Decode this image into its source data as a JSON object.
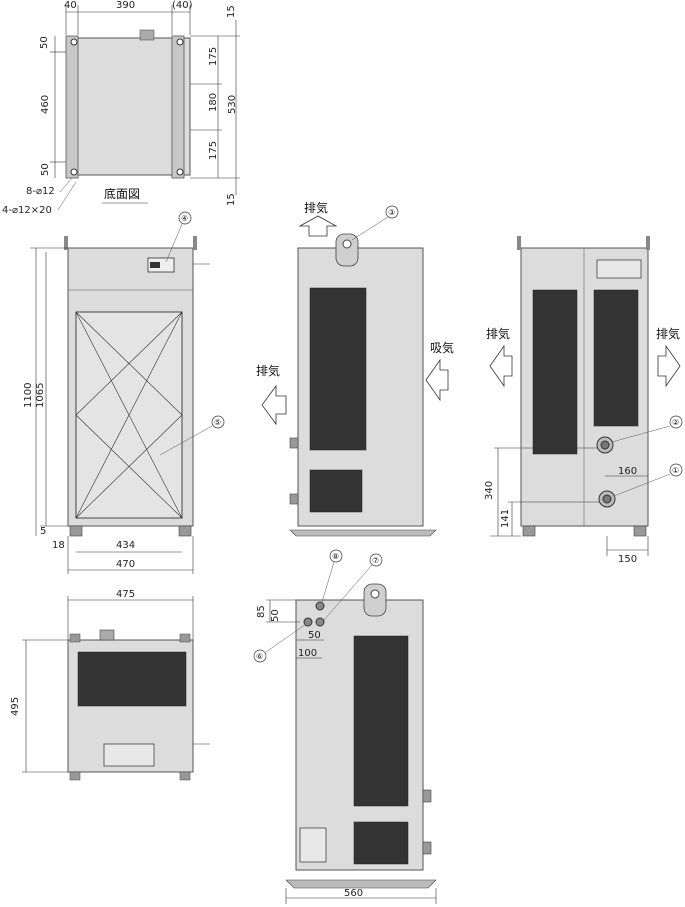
{
  "bottom_view": {
    "title": "底面図",
    "dims": {
      "left_margin": "40",
      "width": "390",
      "right_margin": "(40)",
      "top_gap": "15",
      "bottom_gap": "15",
      "depth_top": "50",
      "depth_mid": "460",
      "depth_bot": "50",
      "right_a": "175",
      "right_b": "180",
      "right_c": "175",
      "overall": "530"
    },
    "holes_a": "8-⌀12",
    "holes_b": "4-⌀12×20"
  },
  "front_view": {
    "dims": {
      "height": "1100",
      "inner_height": "1065",
      "foot": "18",
      "base": "5",
      "inner_width": "434",
      "width": "470"
    }
  },
  "side_view_left": {
    "labels": {
      "exhaust_top": "排気",
      "exhaust_side": "排気",
      "intake": "吸気"
    }
  },
  "rear_view": {
    "labels": {
      "exhaust_left": "排気",
      "exhaust_right": "排気"
    },
    "dims": {
      "h1": "340",
      "h2": "141",
      "w1": "160",
      "w2": "150"
    }
  },
  "top_view": {
    "dims": {
      "width": "475",
      "depth": "495"
    }
  },
  "side_view_bottom": {
    "dims": {
      "d85": "85",
      "d50v": "50",
      "d50h": "50",
      "d100": "100",
      "width": "560"
    }
  },
  "callouts": [
    "①",
    "②",
    "③",
    "④",
    "⑤",
    "⑥",
    "⑦",
    "⑧"
  ],
  "colors": {
    "body": "#dcdcdc",
    "grille": "#333333",
    "line": "#333333"
  }
}
